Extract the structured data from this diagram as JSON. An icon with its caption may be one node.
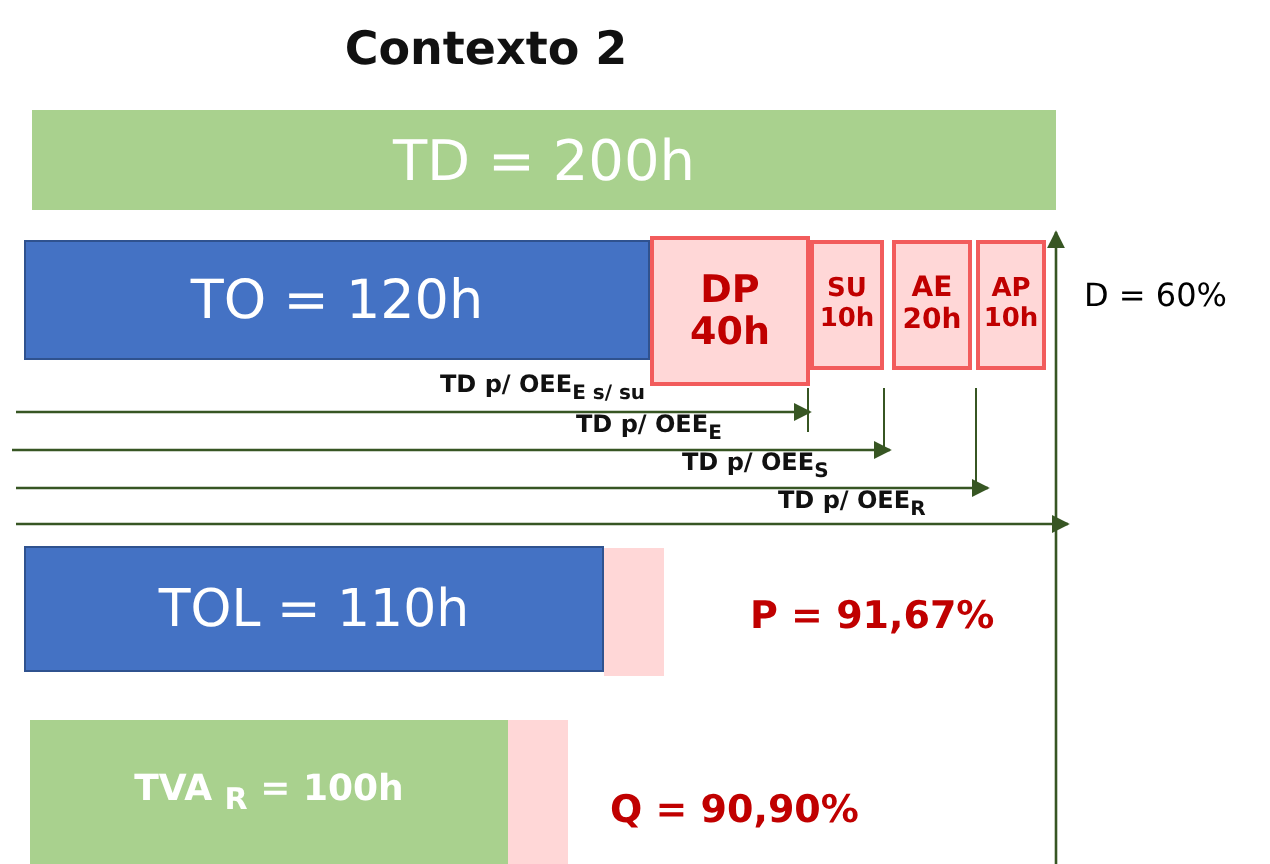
{
  "diagram": {
    "title": "Contexto 2",
    "nodes": [
      {
        "text": [
          "TD = 200h"
        ]
      },
      {
        "text": [
          "TO = 120h"
        ]
      },
      {
        "text": [
          "DP 40h"
        ]
      },
      {
        "text": [
          "SU 10h"
        ]
      },
      {
        "text": [
          "AE 20h"
        ]
      },
      {
        "text": [
          "AP 10h"
        ]
      },
      {
        "text": [
          "TOL = 110h"
        ]
      },
      {
        "text": [],
        "shape": "box"
      },
      {
        "text": [
          "TVA $_{R}$ = 100h"
        ]
      },
      {
        "text": [],
        "shape": "box"
      }
    ],
    "edges": [],
    "labels": [
      "TD p/ OEE$_{E s/ su}$",
      "TD p/ OEE$_{E}$",
      "TD p/ OEE$_{S}$",
      "TD p/ OEE$_{R}$",
      "D = 60%",
      "P = 91,67%",
      "Q = 90,90%"
    ]
  }
}
